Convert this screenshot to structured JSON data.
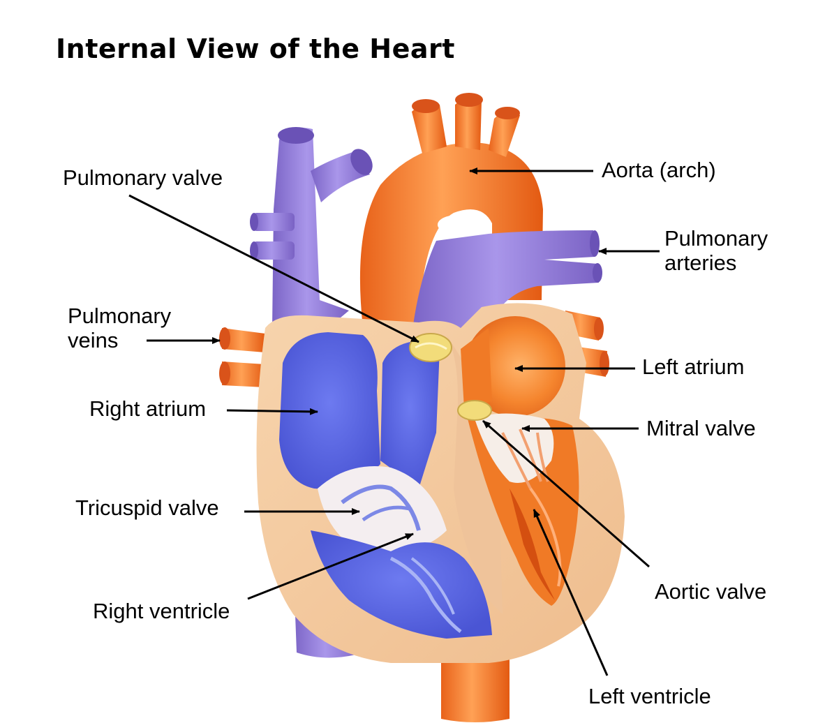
{
  "title": "Internal View of the Heart",
  "labels": {
    "pulmonary_valve": "Pulmonary valve",
    "aorta_arch": "Aorta (arch)",
    "pulmonary_arteries_line1": "Pulmonary",
    "pulmonary_arteries_line2": "arteries",
    "pulmonary_veins_line1": "Pulmonary",
    "pulmonary_veins_line2": "veins",
    "left_atrium": "Left atrium",
    "right_atrium": "Right atrium",
    "mitral_valve": "Mitral valve",
    "tricuspid_valve": "Tricuspid valve",
    "right_ventricle": "Right ventricle",
    "aortic_valve": "Aortic valve",
    "left_ventricle": "Left ventricle"
  },
  "colors": {
    "oxygenated_red": "#f07a26",
    "deoxygenated_purple": "#8f79d8",
    "chamber_blue": "#5a66e0",
    "heart_wall_tan": "#f3c9a0",
    "valve_yellow": "#f2dc7a"
  }
}
